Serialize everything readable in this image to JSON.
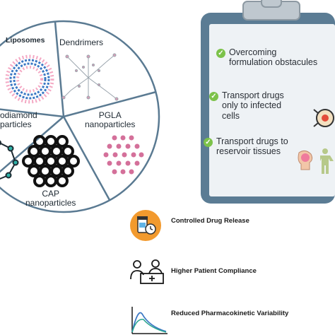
{
  "pie": {
    "segments": [
      {
        "label": "Liposomes"
      },
      {
        "label": "Dendrimers"
      },
      {
        "label": "odiamond\nparticles"
      },
      {
        "label": "PGLA\nnanoparticles"
      },
      {
        "label": "CAP\nnanoparticles"
      }
    ]
  },
  "clipboard": {
    "items": [
      {
        "text": "Overcoming formulation obstacules"
      },
      {
        "text": "Transport drugs only to infected cells"
      },
      {
        "text": "Transport drugs to reservoir  tissues"
      }
    ]
  },
  "benefits": [
    {
      "label": "Controlled Drug Release",
      "icon": "pill-bottle-clock-icon"
    },
    {
      "label": "Higher Patient Compliance",
      "icon": "doctor-patient-icon"
    },
    {
      "label": "Reduced Pharmacokinetic Variability",
      "icon": "pk-curve-icon"
    }
  ],
  "colors": {
    "pie_border": "#5a7a92",
    "clipboard_board": "#5b7c94",
    "clipboard_paper": "#eef2f5",
    "check": "#7cc24a",
    "orange_icon": "#f29a2e",
    "pink_dots": "#d4709a"
  }
}
